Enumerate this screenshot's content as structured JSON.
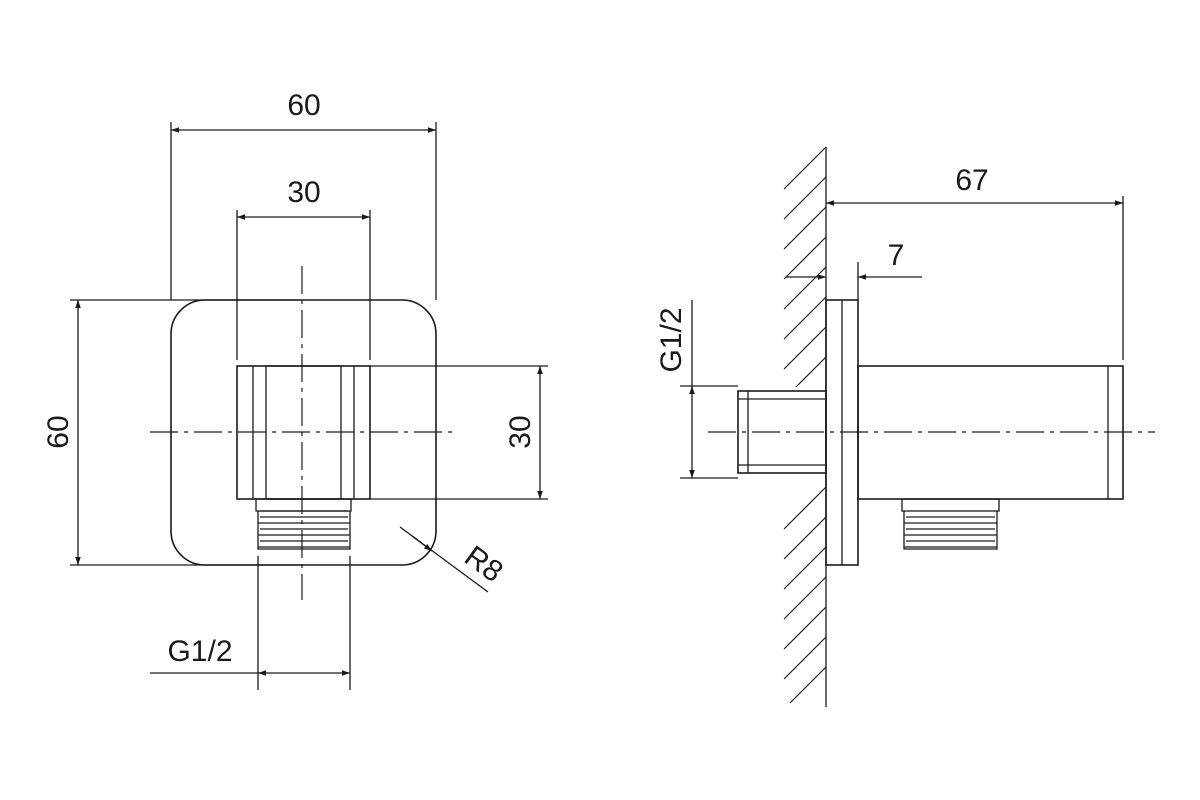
{
  "front_view": {
    "overall_width": "60",
    "inner_width": "30",
    "overall_height": "60",
    "inner_height": "30",
    "corner_radius": "R8",
    "thread": "G1/2"
  },
  "side_view": {
    "depth": "67",
    "plate_thickness": "7",
    "thread": "G1/2"
  }
}
